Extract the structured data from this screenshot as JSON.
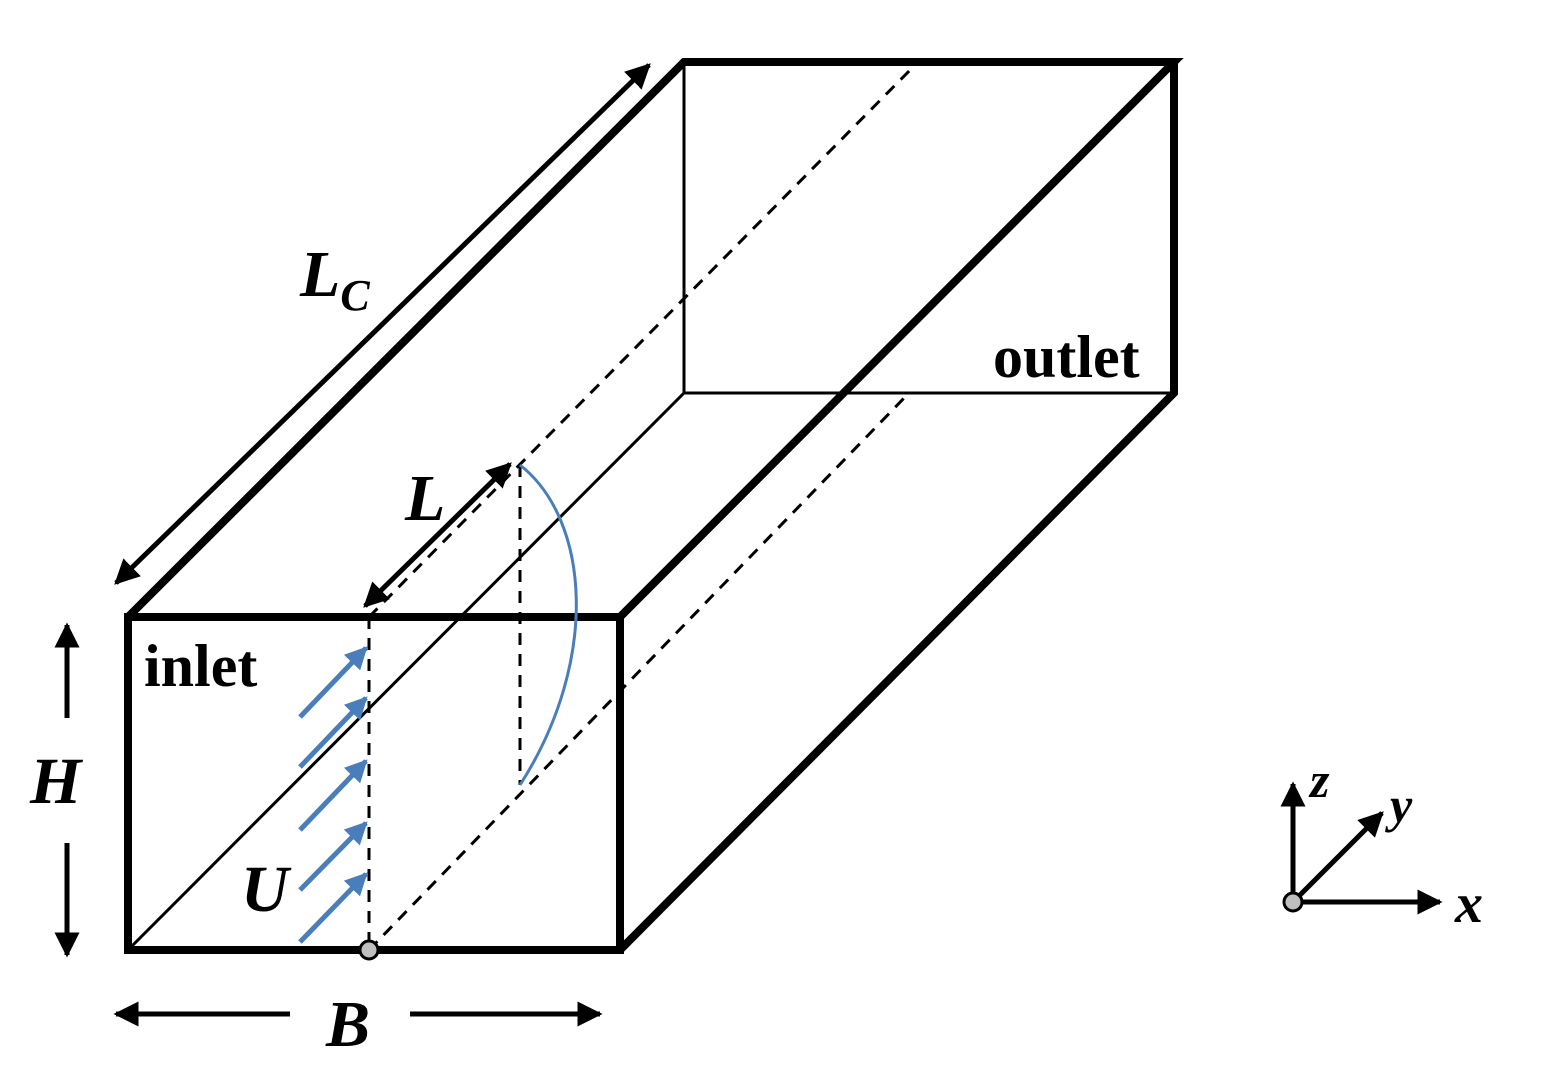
{
  "labels": {
    "lc_main": "L",
    "lc_sub": "C",
    "l": "L",
    "h": "H",
    "b": "B",
    "u": "U",
    "inlet": "inlet",
    "outlet": "outlet",
    "axis_x": "x",
    "axis_y": "y",
    "axis_z": "z"
  },
  "colors": {
    "line": "#000000",
    "flow": "#4a7ebb",
    "marker_fill": "#bfbfbf"
  }
}
